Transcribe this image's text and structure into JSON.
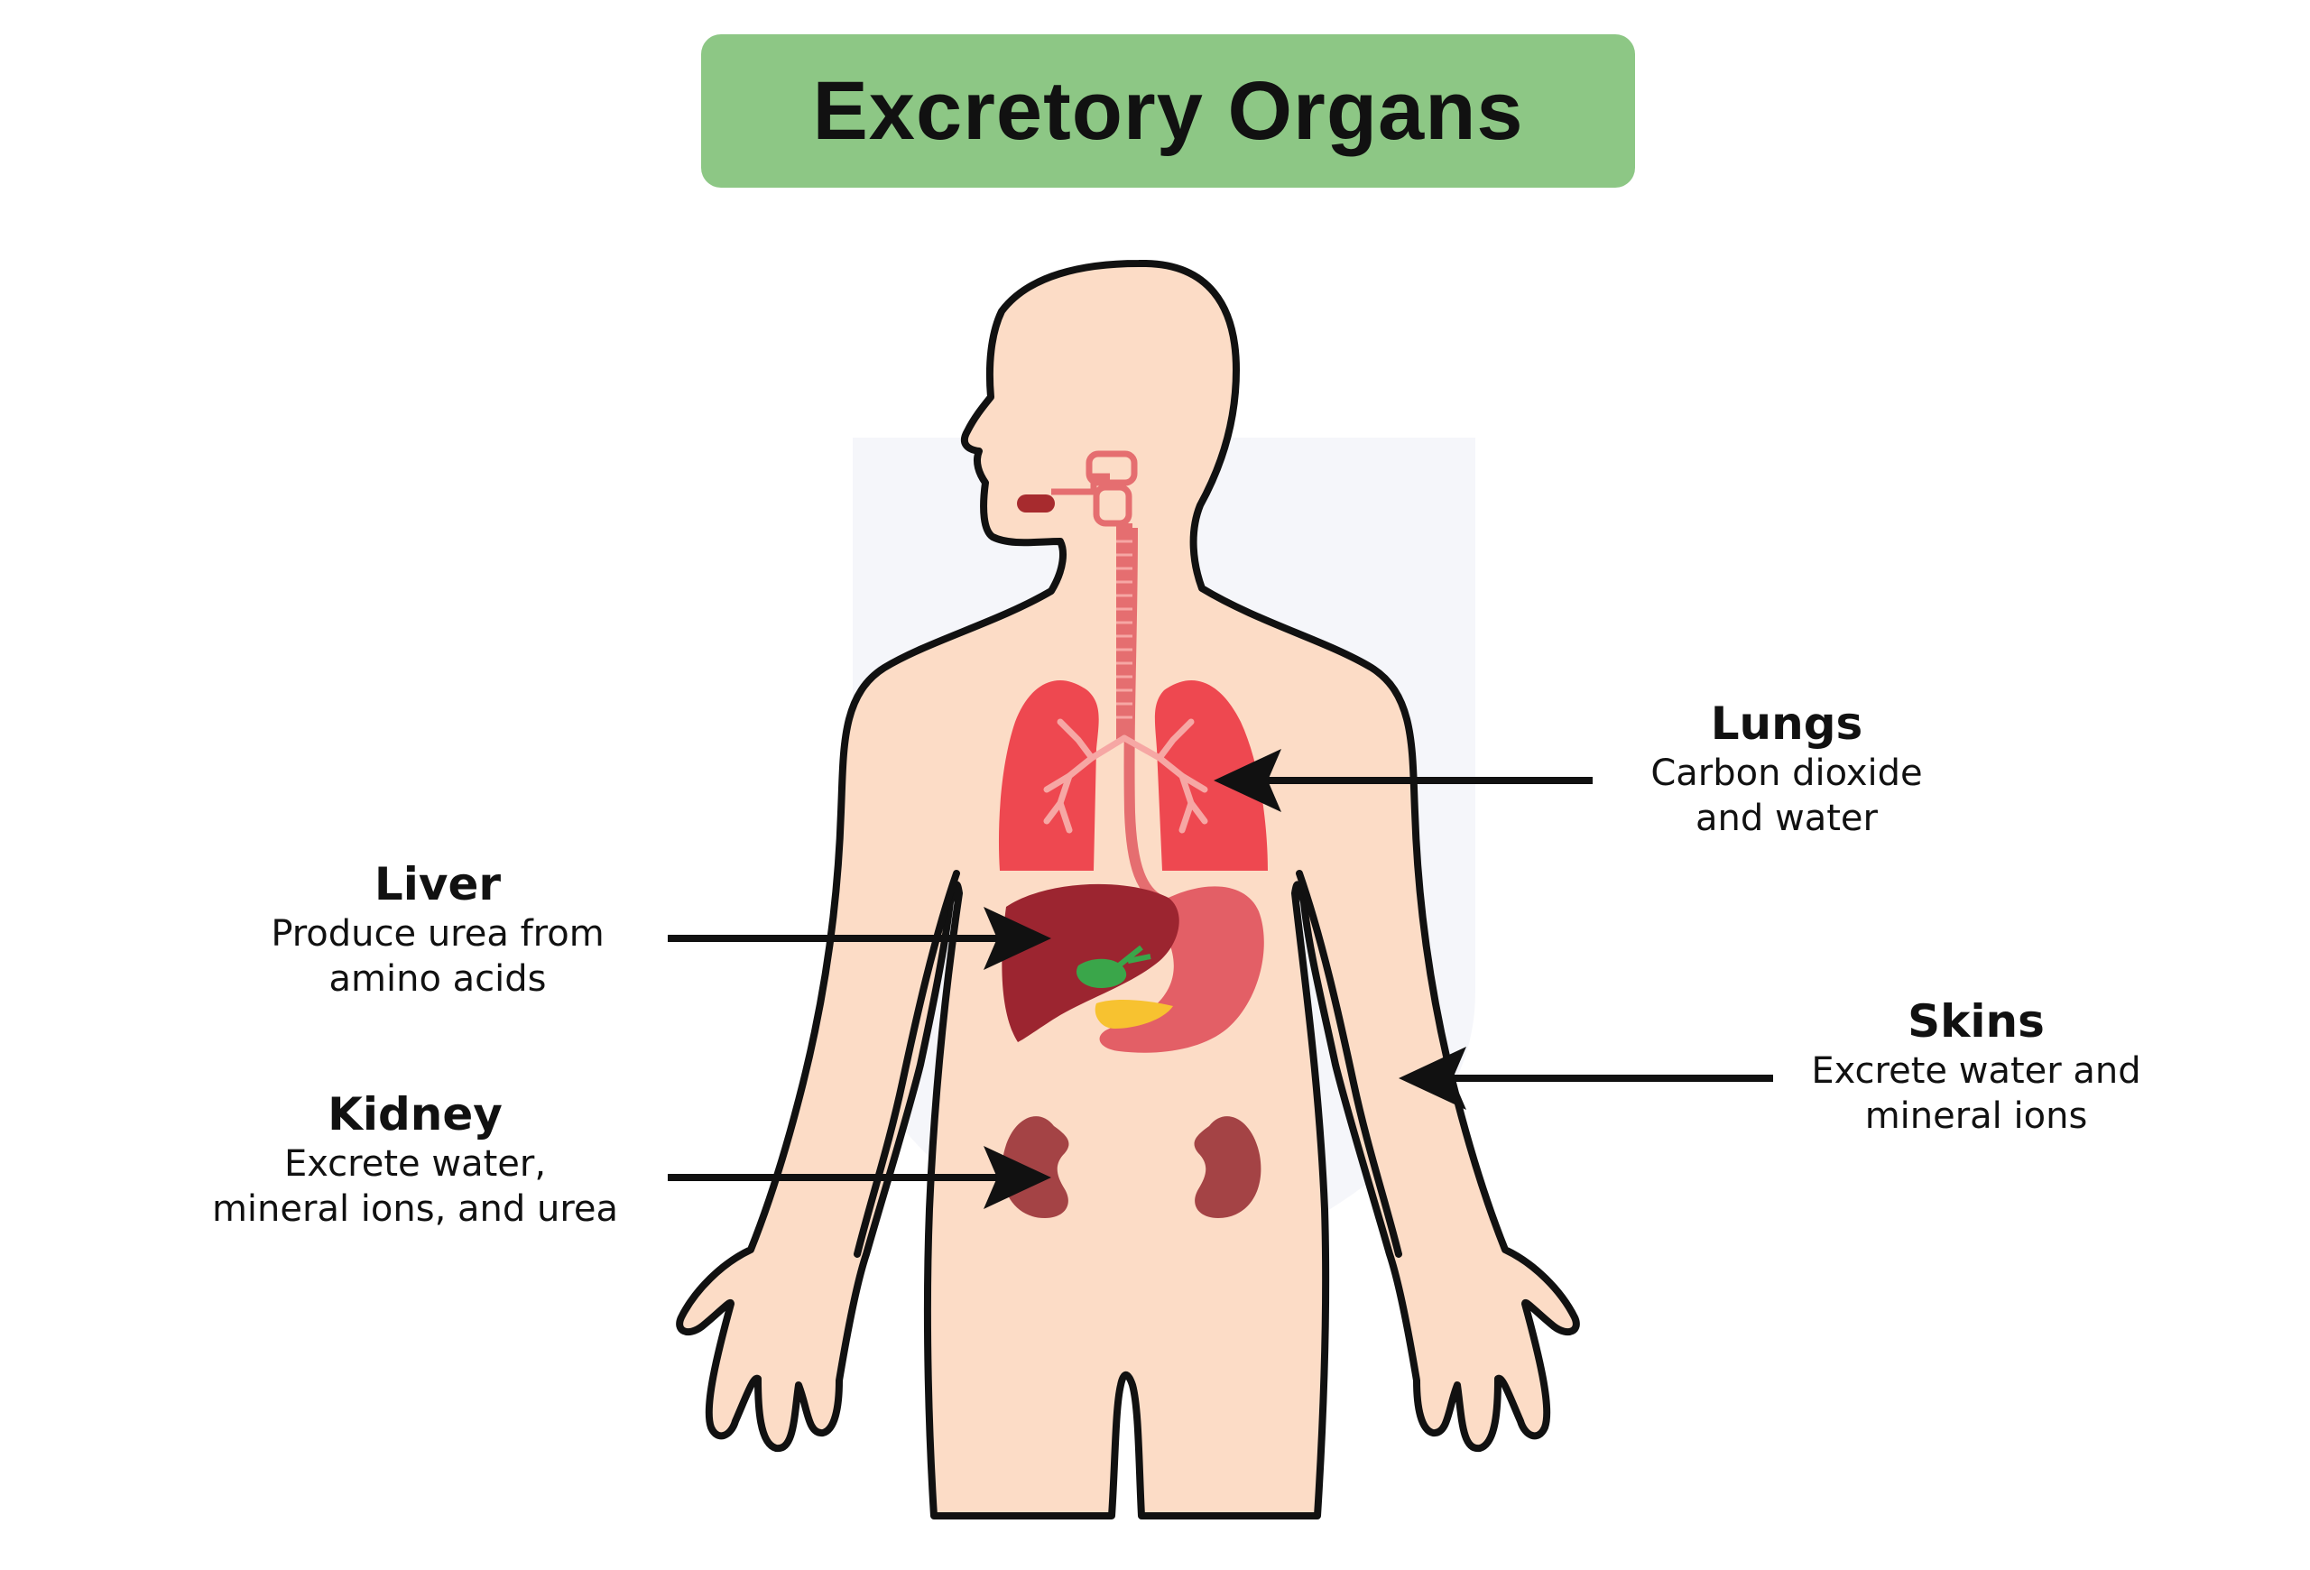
{
  "title": "Excretory Organs",
  "labels": {
    "lungs": {
      "name": "Lungs",
      "line1": "Carbon dioxide",
      "line2": "and water"
    },
    "liver": {
      "name": "Liver",
      "line1": "Produce urea from",
      "line2": "amino acids"
    },
    "kidney": {
      "name": "Kidney",
      "line1": "Excrete water,",
      "line2": "mineral ions, and urea"
    },
    "skins": {
      "name": "Skins",
      "line1": "Excrete water and",
      "line2": "mineral ions"
    }
  },
  "colors": {
    "title_bg": "#8dc785",
    "skin": "#fcdcc6",
    "outline": "#111111",
    "lungs": "#ee4850",
    "bronchi": "#f6a7a4",
    "trachea": "#e56e70",
    "liver": "#9c2530",
    "stomach": "#e35f66",
    "gallbladder": "#3aa64a",
    "pancreas": "#f7c230",
    "kidney": "#a44345",
    "tongue": "#a72b2e"
  }
}
